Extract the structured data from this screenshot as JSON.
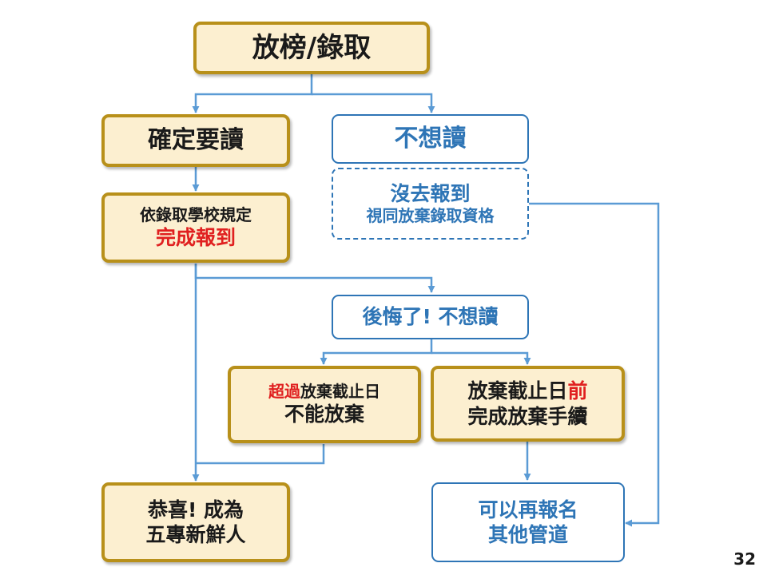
{
  "colors": {
    "gold_fill": "#fcefd0",
    "gold_border": "#b8901a",
    "blue": "#2e75b6",
    "highlight_red": "#e02020",
    "arrow": "#5b9bd5"
  },
  "nodes": {
    "admission": {
      "text": "放榜/錄取"
    },
    "confirm": {
      "text": "確定要讀"
    },
    "not_want": {
      "text": "不想讀"
    },
    "no_report": {
      "line1": "沒去報到",
      "line2": "視同放棄錄取資格"
    },
    "complete_report": {
      "line1": "依錄取學校規定",
      "line2": "完成報到"
    },
    "regret": {
      "text": "後悔了! 不想讀"
    },
    "past_deadline": {
      "line1_red": "超過",
      "line1_rest": "放棄截止日",
      "line2": "不能放棄"
    },
    "before_deadline": {
      "line1_pre": "放棄截止日",
      "line1_red": "前",
      "line2": "完成放棄手續"
    },
    "congrats": {
      "line1": "恭喜! 成為",
      "line2": "五專新鮮人"
    },
    "other_channels": {
      "line1": "可以再報名",
      "line2": "其他管道"
    }
  },
  "page_number": "32"
}
